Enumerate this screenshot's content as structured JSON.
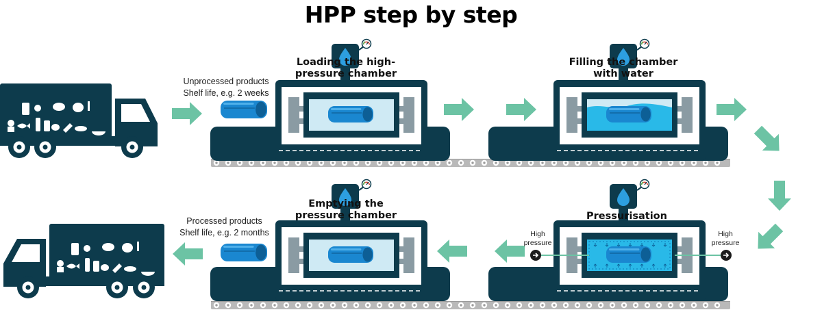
{
  "title": "HPP step by step",
  "steps": {
    "loading": {
      "title_line1": "Loading the high-",
      "title_line2": "pressure chamber"
    },
    "filling": {
      "title_line1": "Filling the chamber",
      "title_line2": "with water"
    },
    "pressurisation": {
      "title_line1": "Pressurisation"
    },
    "emptying": {
      "title_line1": "Emptying the",
      "title_line2": "pressure chamber"
    }
  },
  "unprocessed": {
    "line1": "Unprocessed products",
    "line2": "Shelf life, e.g. 2 weeks"
  },
  "processed": {
    "line1": "Processed products",
    "line2": "Shelf life, e.g. 2 months"
  },
  "high_pressure": {
    "line1": "High",
    "line2": "pressure"
  },
  "colors": {
    "navy": "#0d3b4c",
    "arrow": "#6cc3a4",
    "cylinder": "#1a87d0",
    "chamber_light": "#cfeaf4",
    "water": "#29b9e8",
    "grey_piston": "#8a9ba3",
    "belt": "#b9b9b9"
  }
}
